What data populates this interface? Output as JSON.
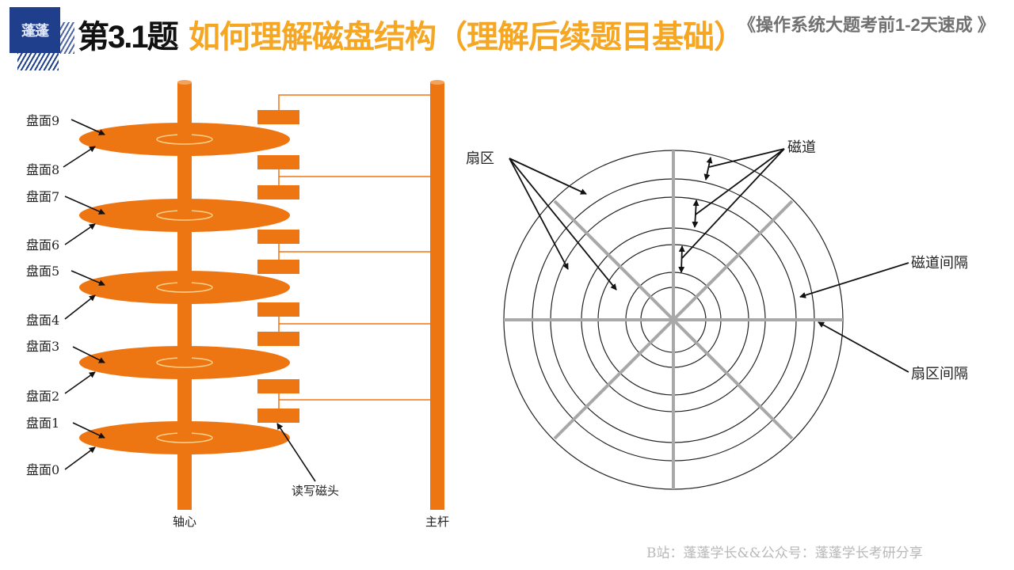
{
  "header": {
    "logo_text": "蓬蓬",
    "question_number": "第3.1题",
    "title": "如何理解磁盘结构（理解后续题目基础）",
    "series_title": "《操作系统大题考前1-2天速成 》"
  },
  "left_diagram": {
    "platter_labels": [
      "盘面9",
      "盘面8",
      "盘面7",
      "盘面6",
      "盘面5",
      "盘面4",
      "盘面3",
      "盘面2",
      "盘面1",
      "盘面0"
    ],
    "head_label": "读写磁头",
    "spindle_label": "轴心",
    "arm_label": "主杆",
    "platter_color": "#ed7512"
  },
  "right_diagram": {
    "labels": {
      "sector": "扇区",
      "track": "磁道",
      "track_gap": "磁道间隔",
      "sector_gap": "扇区间隔"
    },
    "circle_radii": [
      214,
      178,
      155,
      116,
      95,
      60,
      41
    ],
    "divider_color": "#a8a8a8"
  },
  "footer": {
    "text": "B站：蓬蓬学长&&公众号：蓬蓬学长考研分享"
  }
}
